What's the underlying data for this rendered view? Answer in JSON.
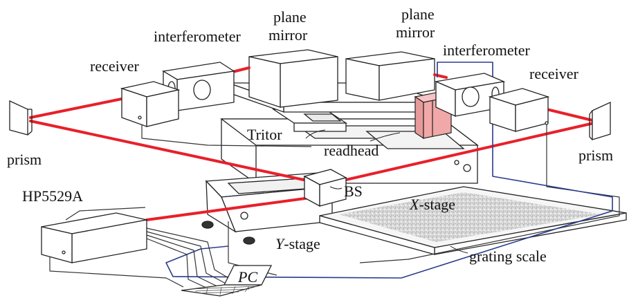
{
  "labels": {
    "plane_mirror_left_1": "plane",
    "plane_mirror_left_2": "mirror",
    "plane_mirror_right_1": "plane",
    "plane_mirror_right_2": "mirror",
    "interferometer_left": "interferometer",
    "interferometer_right": "interferometer",
    "receiver_left": "receiver",
    "receiver_right": "receiver",
    "prism_left": "prism",
    "prism_right": "prism",
    "tritor": "Tritor",
    "readhead": "readhead",
    "bs": "BS",
    "x_stage_var": "X",
    "x_stage_rest": "-stage",
    "y_stage_var": "Y",
    "y_stage_rest": "-stage",
    "hp": "HP5529A",
    "grating": "grating scale",
    "pc": "PC"
  },
  "colors": {
    "laser": "#e8202a",
    "cable_blue": "#2a3a8c",
    "cable_dark": "#333333",
    "readhead_fill": "#f1a8a8",
    "grating_fill": "#d6d6d6"
  }
}
